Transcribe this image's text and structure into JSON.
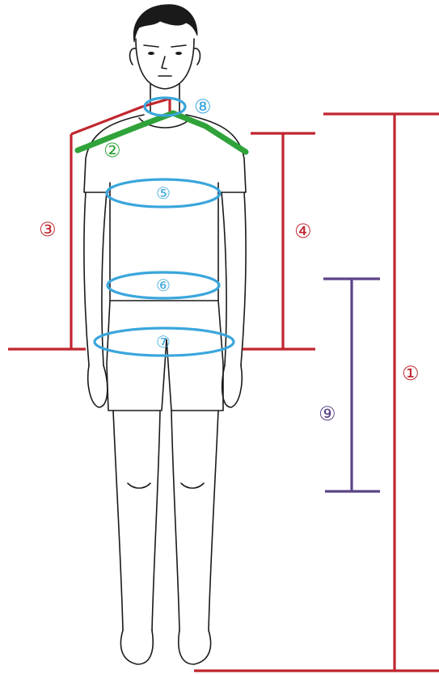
{
  "labels": {
    "total_height": "①",
    "shoulder_width": "②",
    "sleeve_to_hip": "③",
    "torso_length": "④",
    "chest": "⑤",
    "waist": "⑥",
    "hip": "⑦",
    "neck": "⑧",
    "inseam": "⑨"
  },
  "colors": {
    "red": "#c0262f",
    "green": "#2fa33a",
    "blue": "#3aa6dc",
    "purple": "#5b4487",
    "outline": "#1a1a1a"
  }
}
